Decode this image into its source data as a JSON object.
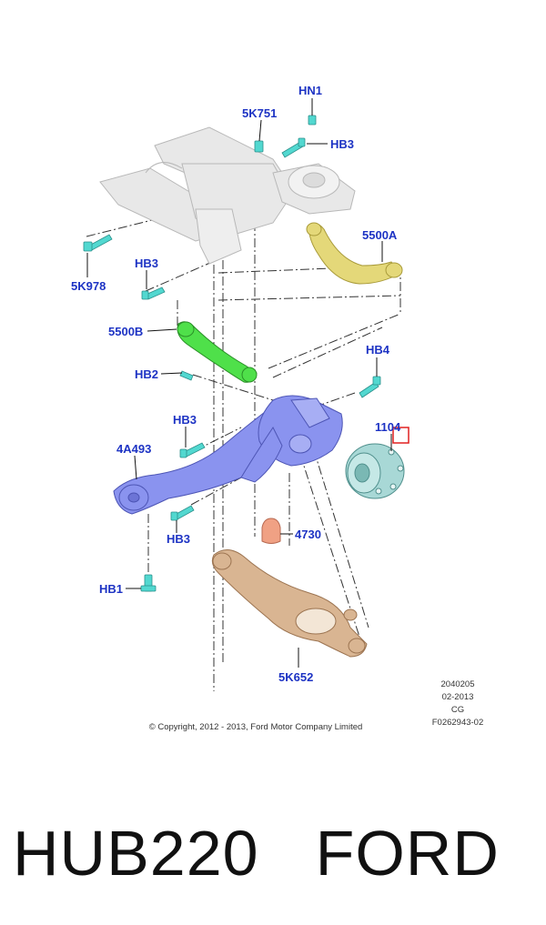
{
  "diagram": {
    "callouts": {
      "hn1": "HN1",
      "k751": "5K751",
      "hb3_top": "HB3",
      "a5500": "5500A",
      "k978": "5K978",
      "hb3_left": "HB3",
      "b5500": "5500B",
      "hb4": "HB4",
      "hb2": "HB2",
      "hb3_mid": "HB3",
      "hub1104": "1104",
      "a4493": "4A493",
      "hb3_low": "HB3",
      "b4730": "4730",
      "hb1": "HB1",
      "k652": "5K652"
    },
    "meta": {
      "line1": "2040205",
      "line2": "02-2013",
      "line3": "CG",
      "line4": "F0262943-02"
    },
    "copyright": "© Copyright, 2012 - 2013, Ford Motor Company Limited"
  },
  "caption": {
    "part_number": "HUB220",
    "brand": "FORD"
  },
  "colors": {
    "callout_text": "#1d33c4",
    "upper_arm": "#e4d879",
    "toe_link": "#4fe04a",
    "knuckle": "#8a93ef",
    "hub": "#a8d8d6",
    "lower_arm": "#d9b592",
    "bump_stop": "#f0a184",
    "bolts": "#52d8d0",
    "highlight_box": "#e02020",
    "subframe": "#e8e8e8"
  }
}
